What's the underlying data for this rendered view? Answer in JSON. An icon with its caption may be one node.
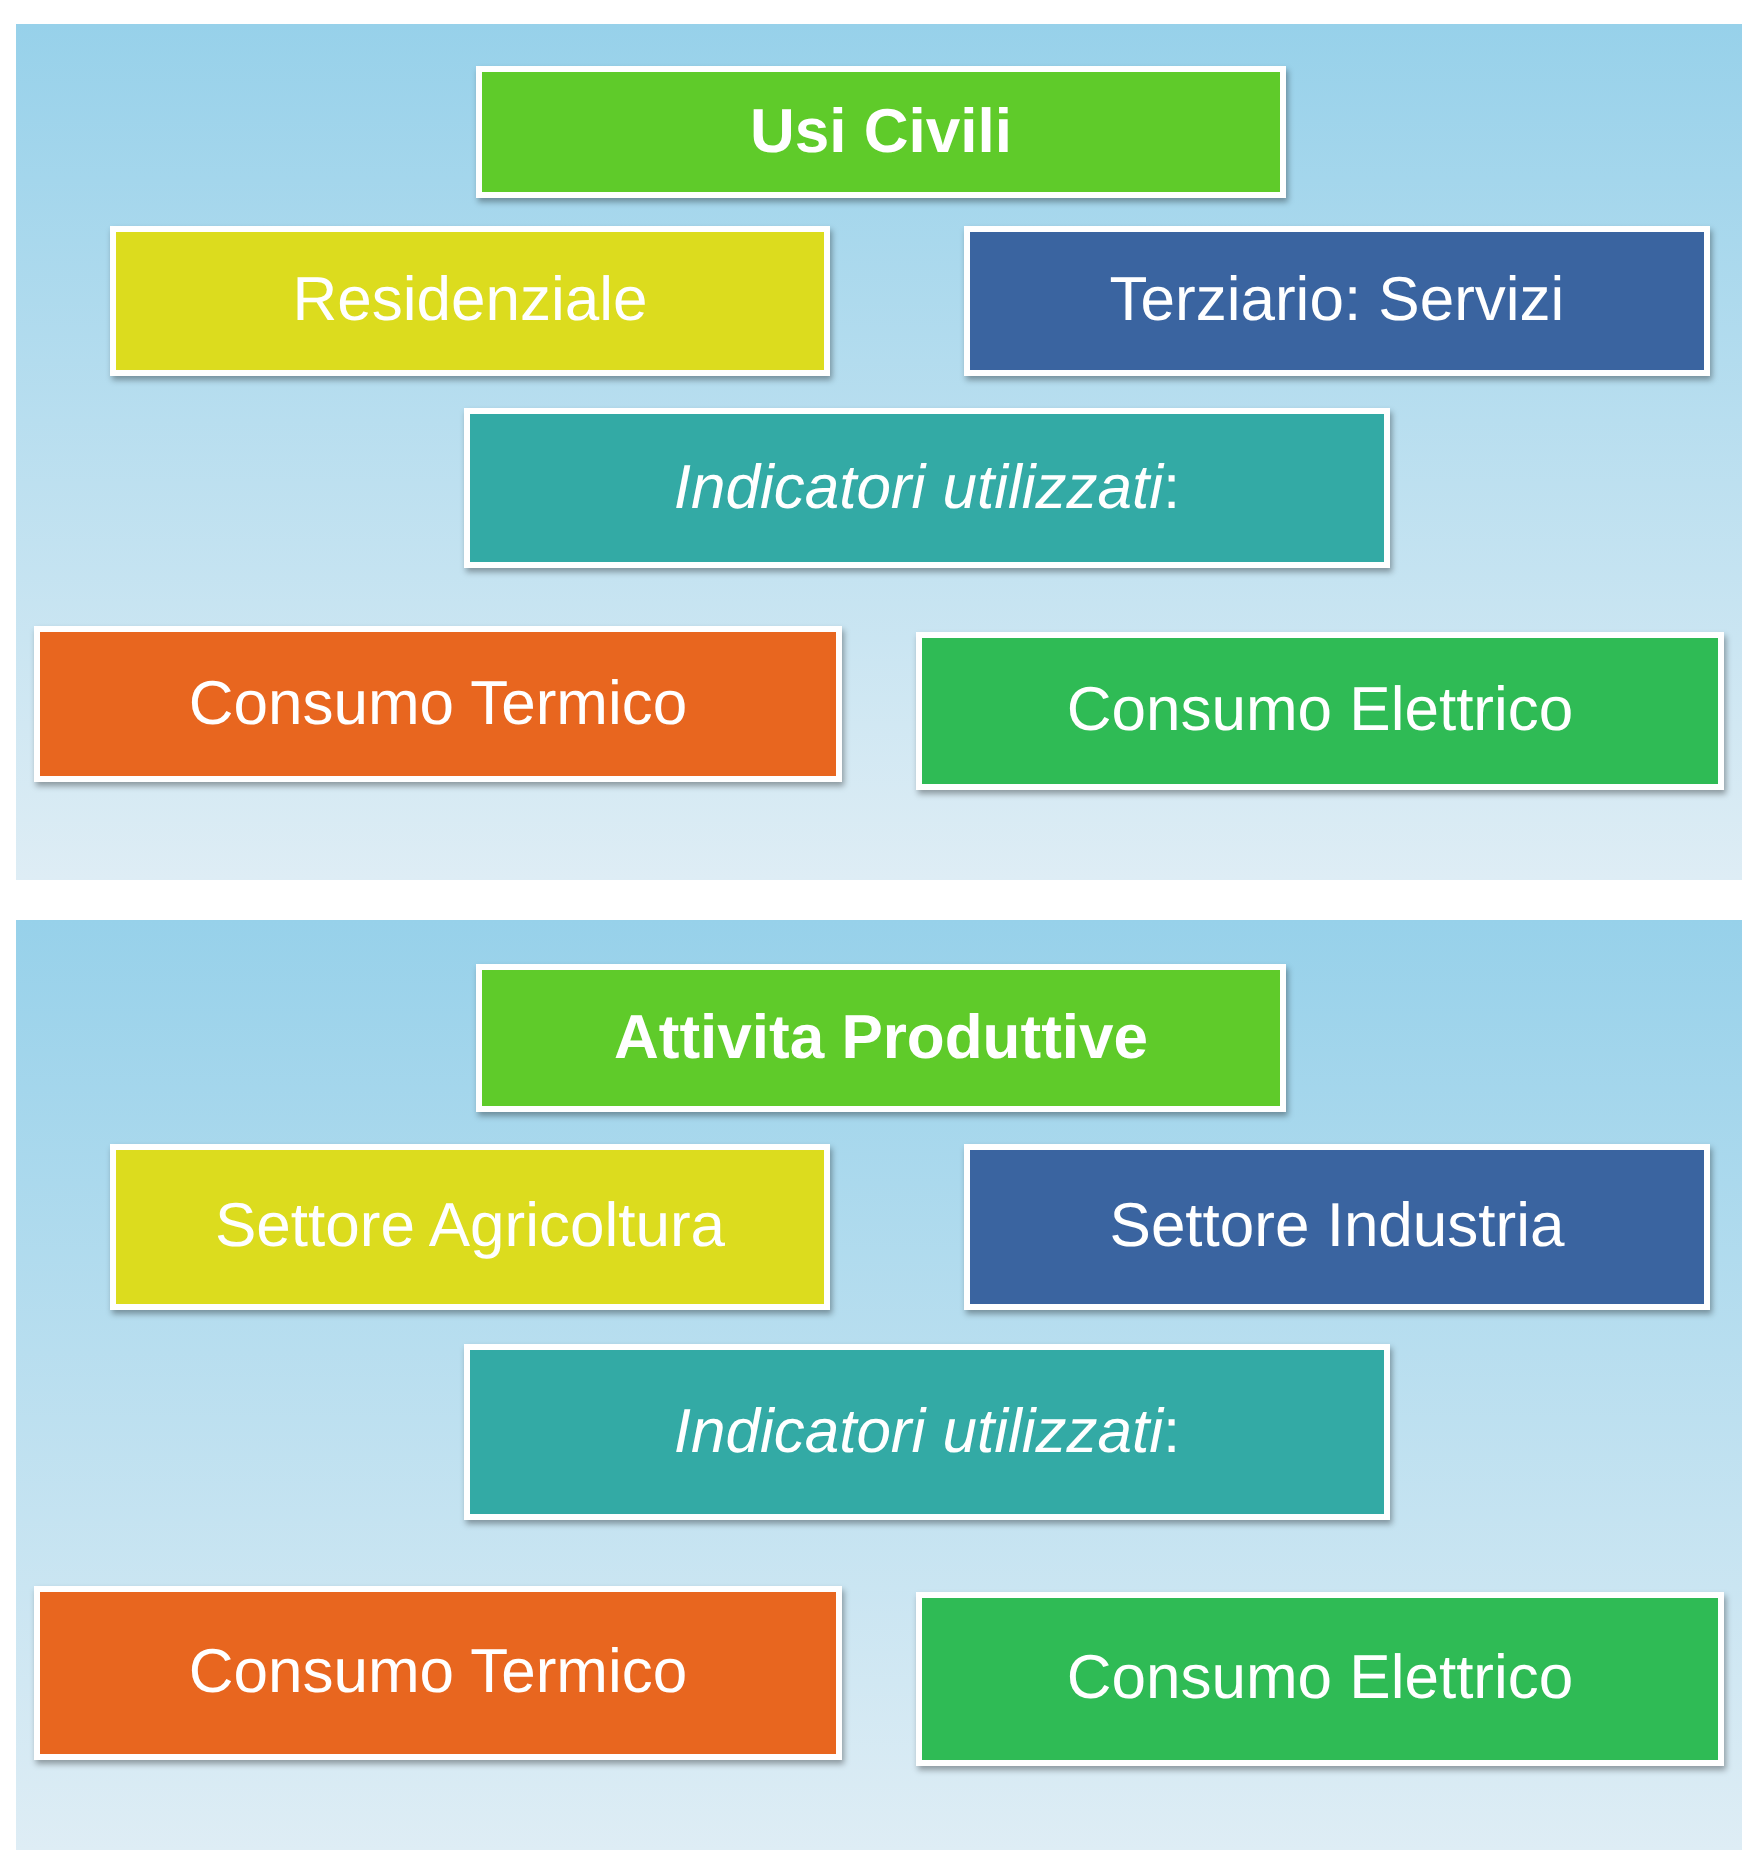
{
  "diagram": {
    "nodes": [
      {
        "text": [],
        "shape": "box"
      },
      {
        "text": [
          "Usi Civili"
        ],
        "in": 0
      },
      {
        "text": [
          "Residenziale"
        ],
        "in": 0
      },
      {
        "text": [
          "Terziario: Servizi"
        ],
        "in": 0
      },
      {
        "text": [
          "*Indicatori utilizzati*:"
        ],
        "in": 0
      },
      {
        "text": [
          "Consumo Termico"
        ],
        "in": 0
      },
      {
        "text": [
          "Consumo Elettrico"
        ],
        "in": 0
      },
      {
        "text": [],
        "shape": "box"
      },
      {
        "text": [
          "Attivita Produttive"
        ],
        "in": 7
      },
      {
        "text": [
          "Settore Agricoltura"
        ],
        "in": 7
      },
      {
        "text": [
          "Settore Industria"
        ],
        "in": 7
      },
      {
        "text": [
          "*Indicatori utilizzati*:"
        ],
        "in": 7
      },
      {
        "text": [
          "Consumo Termico"
        ],
        "in": 7
      },
      {
        "text": [
          "Consumo Elettrico"
        ],
        "in": 7
      }
    ],
    "edges": []
  }
}
